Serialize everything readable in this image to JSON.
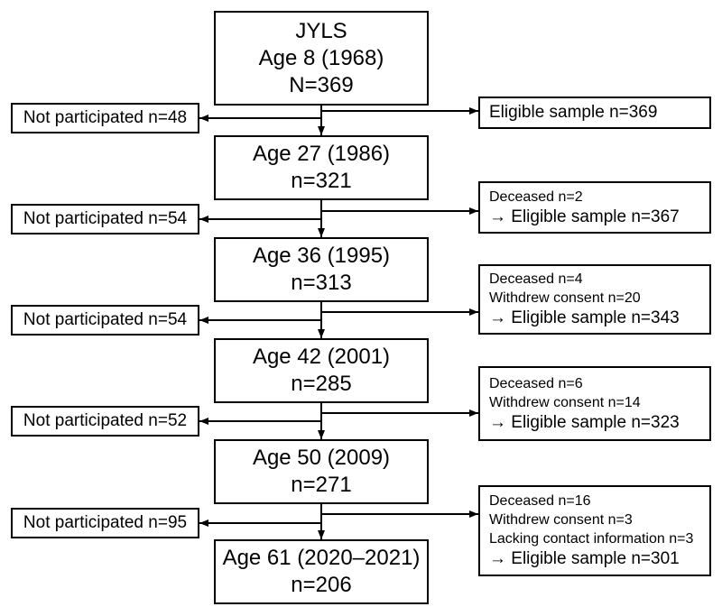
{
  "cohort_boxes": [
    {
      "lines": [
        "JYLS",
        "Age 8 (1968)",
        "N=369"
      ]
    },
    {
      "lines": [
        "Age 27 (1986)",
        "n=321"
      ]
    },
    {
      "lines": [
        "Age 36 (1995)",
        "n=313"
      ]
    },
    {
      "lines": [
        "Age 42 (2001)",
        "n=285"
      ]
    },
    {
      "lines": [
        "Age 50 (2009)",
        "n=271"
      ]
    },
    {
      "lines": [
        "Age 61 (2020–2021)",
        "n=206"
      ]
    }
  ],
  "not_participated": [
    "Not participated n=48",
    "Not participated n=54",
    "Not participated n=54",
    "Not participated n=52",
    "Not participated n=95"
  ],
  "eligibility_boxes": [
    {
      "details": [],
      "eligible": "Eligible sample n=369"
    },
    {
      "details": [
        "Deceased n=2"
      ],
      "eligible": "→ Eligible sample n=367"
    },
    {
      "details": [
        "Deceased n=4",
        "Withdrew consent n=20"
      ],
      "eligible": "→ Eligible sample n=343"
    },
    {
      "details": [
        "Deceased n=6",
        "Withdrew consent n=14"
      ],
      "eligible": "→ Eligible sample n=323"
    },
    {
      "details": [
        "Deceased n=16",
        "Withdrew consent n=3",
        "Lacking contact information n=3"
      ],
      "eligible": "→ Eligible sample n=301"
    }
  ]
}
